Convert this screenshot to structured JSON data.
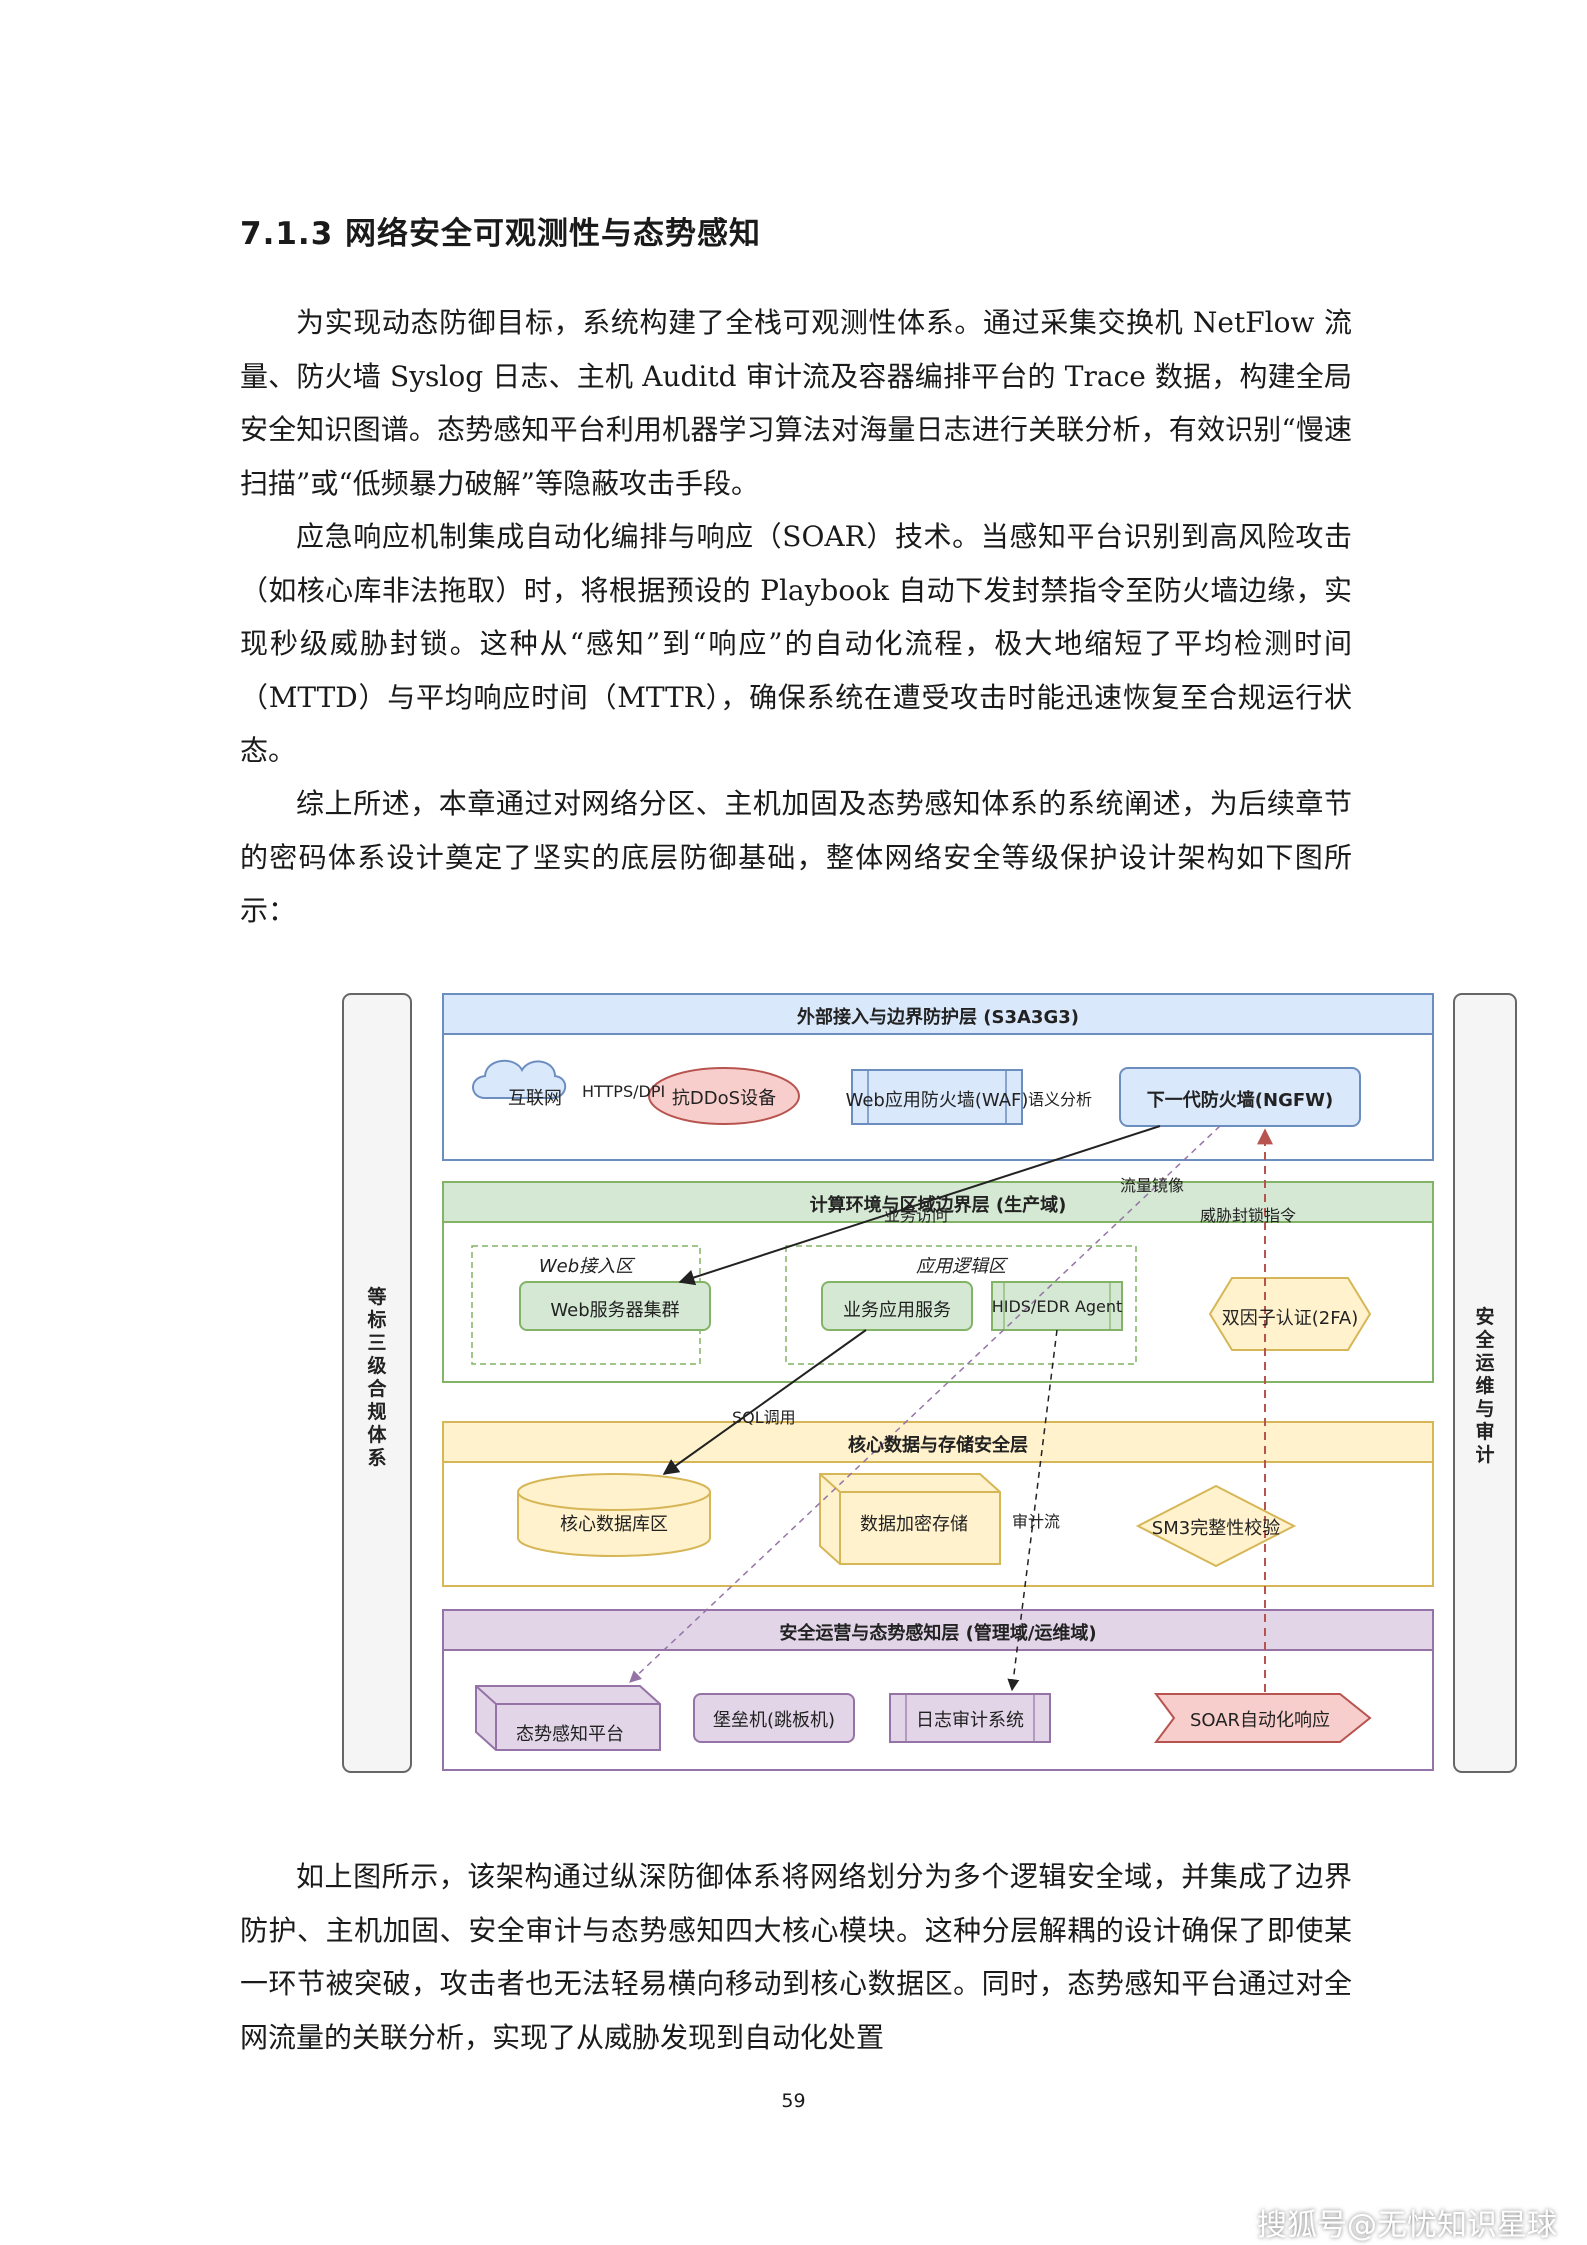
{
  "heading": "7.1.3 网络安全可观测性与态势感知",
  "paragraphs": [
    "为实现动态防御目标，系统构建了全栈可观测性体系。通过采集交换机 NetFlow 流量、防火墙 Syslog 日志、主机 Auditd 审计流及容器编排平台的 Trace 数据，构建全局安全知识图谱。态势感知平台利用机器学习算法对海量日志进行关联分析，有效识别“慢速扫描”或“低频暴力破解”等隐蔽攻击手段。",
    "应急响应机制集成自动化编排与响应（SOAR）技术。当感知平台识别到高风险攻击（如核心库非法拖取）时，将根据预设的 Playbook 自动下发封禁指令至防火墙边缘，实现秒级威胁封锁。这种从“感知”到“响应”的自动化流程，极大地缩短了平均检测时间（MTTD）与平均响应时间（MTTR），确保系统在遭受攻击时能迅速恢复至合规运行状态。",
    "综上所述，本章通过对网络分区、主机加固及态势感知体系的系统阐述，为后续章节的密码体系设计奠定了坚实的底层防御基础，整体网络安全等级保护设计架构如下图所示：",
    "如上图所示，该架构通过纵深防御体系将网络划分为多个逻辑安全域，并集成了边界防护、主机加固、安全审计与态势感知四大核心模块。这种分层解耦的设计确保了即使某一环节被突破，攻击者也无法轻易横向移动到核心数据区。同时，态势感知平台通过对全网流量的关联分析，实现了从威胁发现到自动化处置"
  ],
  "diagram": {
    "left_label": "等标三级合规体系",
    "right_label": "安全运维与审计",
    "layers": {
      "border": "外部接入与边界防护层 (S3A3G3)",
      "compute": "计算环境与区域边界层 (生产域)",
      "data": "核心数据与存储安全层",
      "ops": "安全运营与态势感知层 (管理域/运维域)"
    },
    "zones": {
      "web": "Web接入区",
      "app": "应用逻辑区"
    },
    "nodes": {
      "internet": "互联网",
      "https": "HTTPS/DPI",
      "ddos": "抗DDoS设备",
      "waf": "Web应用防火墙(WAF)",
      "semantic": "语义分析",
      "ngfw": "下一代防火墙(NGFW)",
      "web_cluster": "Web服务器集群",
      "biz_service": "业务应用服务",
      "hids": "HIDS/EDR Agent",
      "twofa": "双因子认证(2FA)",
      "core_db": "核心数据库区",
      "encrypt_store": "数据加密存储",
      "sm3": "SM3完整性校验",
      "situation": "态势感知平台",
      "bastion": "堡垒机(跳板机)",
      "log_audit": "日志审计系统",
      "soar": "SOAR自动化响应"
    },
    "edges": {
      "business_access": "业务访问",
      "traffic_mirror": "流量镜像",
      "block_cmd": "威胁封锁指令",
      "sql_call": "SQL调用",
      "audit_stream": "审计流"
    },
    "colors": {
      "blue_band": "#dae8fc",
      "blue_stroke": "#6c8ebf",
      "green_band": "#d5e8d4",
      "green_stroke": "#82b366",
      "yellow_band": "#fff2cc",
      "yellow_stroke": "#d6b656",
      "purple_band": "#e1d5e7",
      "purple_stroke": "#9673a6",
      "red_node": "#f8cecc",
      "red_stroke": "#b85450",
      "side_fill": "#f5f5f5"
    }
  },
  "page_number": "59",
  "credit": "搜狐号@无忧知识星球"
}
